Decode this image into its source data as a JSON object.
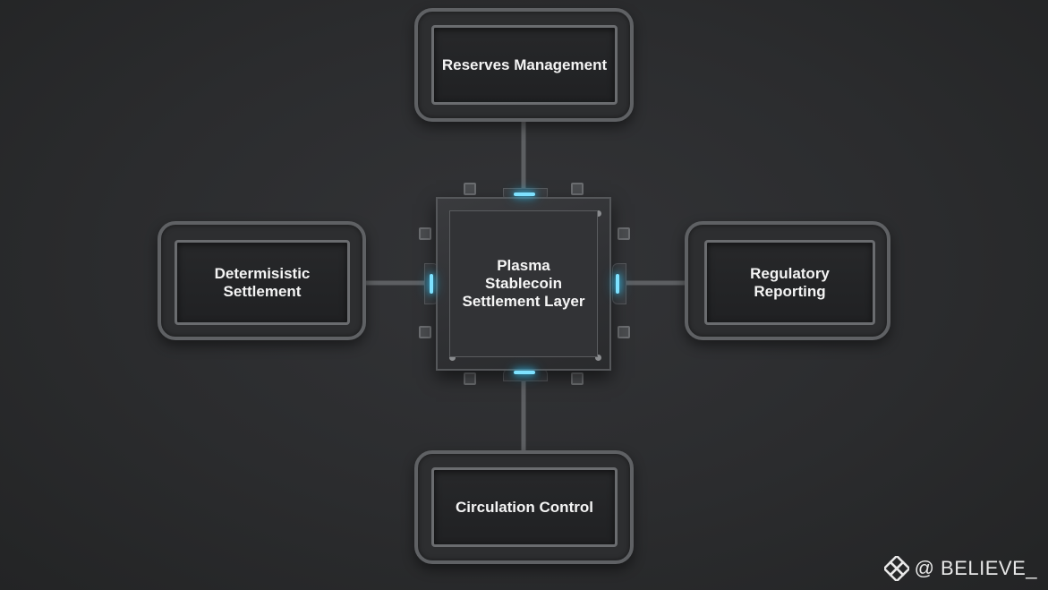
{
  "nodes": {
    "top": "Reserves Management",
    "left": "Determisistic\nSettlement",
    "right": "Regulatory\nReporting",
    "bottom": "Circulation Control"
  },
  "center": {
    "label": "Plasma\nStablecoin\nSettlement Layer"
  },
  "watermark": {
    "text": "@ BELIEVE_",
    "icon": "diamond-logo-icon"
  },
  "colors": {
    "background": "#2b2c2e",
    "accent_glow": "#7ee2ff",
    "frame": "#5f6164"
  }
}
